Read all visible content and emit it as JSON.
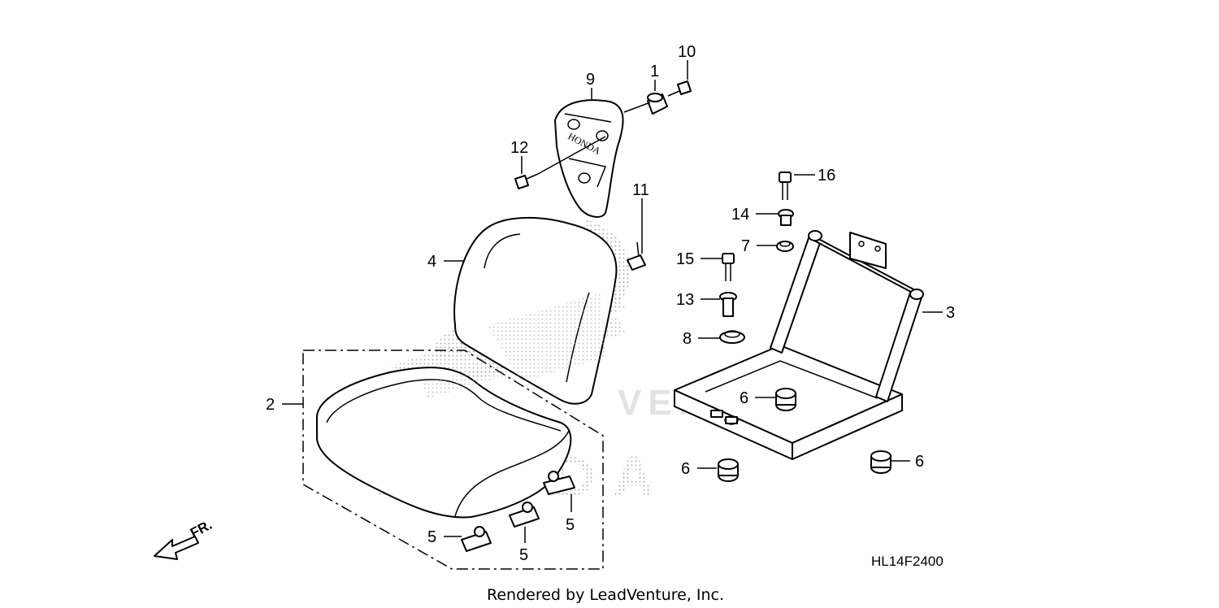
{
  "diagram": {
    "callouts": {
      "c1": "1",
      "c2": "2",
      "c3": "3",
      "c4": "4",
      "c5a": "5",
      "c5b": "5",
      "c5c": "5",
      "c6a": "6",
      "c6b": "6",
      "c6c": "6",
      "c7": "7",
      "c8": "8",
      "c9": "9",
      "c10": "10",
      "c11": "11",
      "c12": "12",
      "c13": "13",
      "c14": "14",
      "c15": "15",
      "c16": "16"
    },
    "direction_label": "FR.",
    "backrest_logo_text": "HONDA",
    "diagram_code": "HL14F2400",
    "credit": "Rendered by LeadVenture, Inc.",
    "watermark_text": "HONDA"
  }
}
